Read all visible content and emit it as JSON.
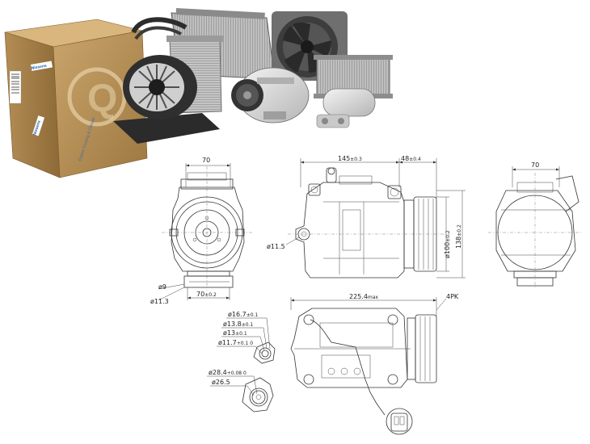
{
  "brand": {
    "box_label_1": "Nissens",
    "box_label_2": "Nissens",
    "box_tagline": "Engine Cooling & Climate",
    "box_logo_letter": "Q"
  },
  "front_view": {
    "width_top": "70",
    "hole_dia": "ø9",
    "hole_dia_2": "ø11.3",
    "width_bottom_value": "70",
    "width_bottom_tol": "±0.2"
  },
  "side_view": {
    "len_145_value": "145",
    "len_145_tol": "±0.3",
    "len_48_value": "48",
    "len_48_tol": "±0.4",
    "mount_hole": "ø11.5",
    "pulley_dia_value": "ø100",
    "pulley_dia_tol": "±0.2",
    "height_value": "138",
    "height_tol": "±0.2"
  },
  "right_view": {
    "width_top": "70"
  },
  "bottom_view": {
    "overall_len_value": "225.4",
    "overall_len_suffix": "max",
    "pulley_type": "4PK"
  },
  "port_details": {
    "d1_value": "ø16.7",
    "d1_tol": "±0.1",
    "d2_value": "ø13.8",
    "d2_tol": "±0.1",
    "d3_value": "ø13",
    "d3_tol": "±0.1",
    "d4_value": "ø11.7",
    "d4_tol": "+0.1 0",
    "d5_value": "ø28.4",
    "d5_tol": "+0.08 0",
    "d6_value": "ø26.5"
  }
}
